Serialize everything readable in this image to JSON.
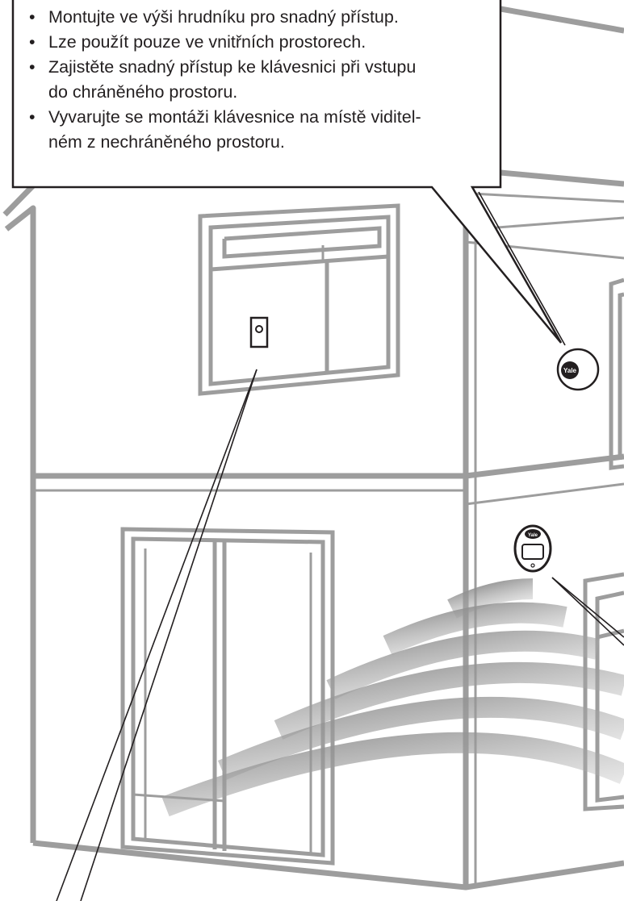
{
  "callout": {
    "bullets": [
      {
        "text": "Montujte ve výši hrudníku pro snadný přístup."
      },
      {
        "text": "Lze použít pouze ve vnitřních prostorech."
      },
      {
        "text": "Zajistěte snadný přístup ke klávesnici při vstupu\ndo chráněného prostoru."
      },
      {
        "text": "Vyvarujte se montáži klávesnice na místě viditel-\nném z nechráněného prostoru."
      }
    ]
  },
  "devices": [
    {
      "name": "keypad",
      "icon": "keypad-icon"
    },
    {
      "name": "door-contact",
      "icon": "yale-logo-icon",
      "logo_text": "Yale"
    },
    {
      "name": "pir-detector",
      "icon": "pir-sensor-icon",
      "logo_text": "Yale"
    }
  ],
  "colors": {
    "house_line": "#9d9d9d",
    "callout_border": "#231f20",
    "text": "#231f20",
    "waves": "#8f8f8f"
  }
}
